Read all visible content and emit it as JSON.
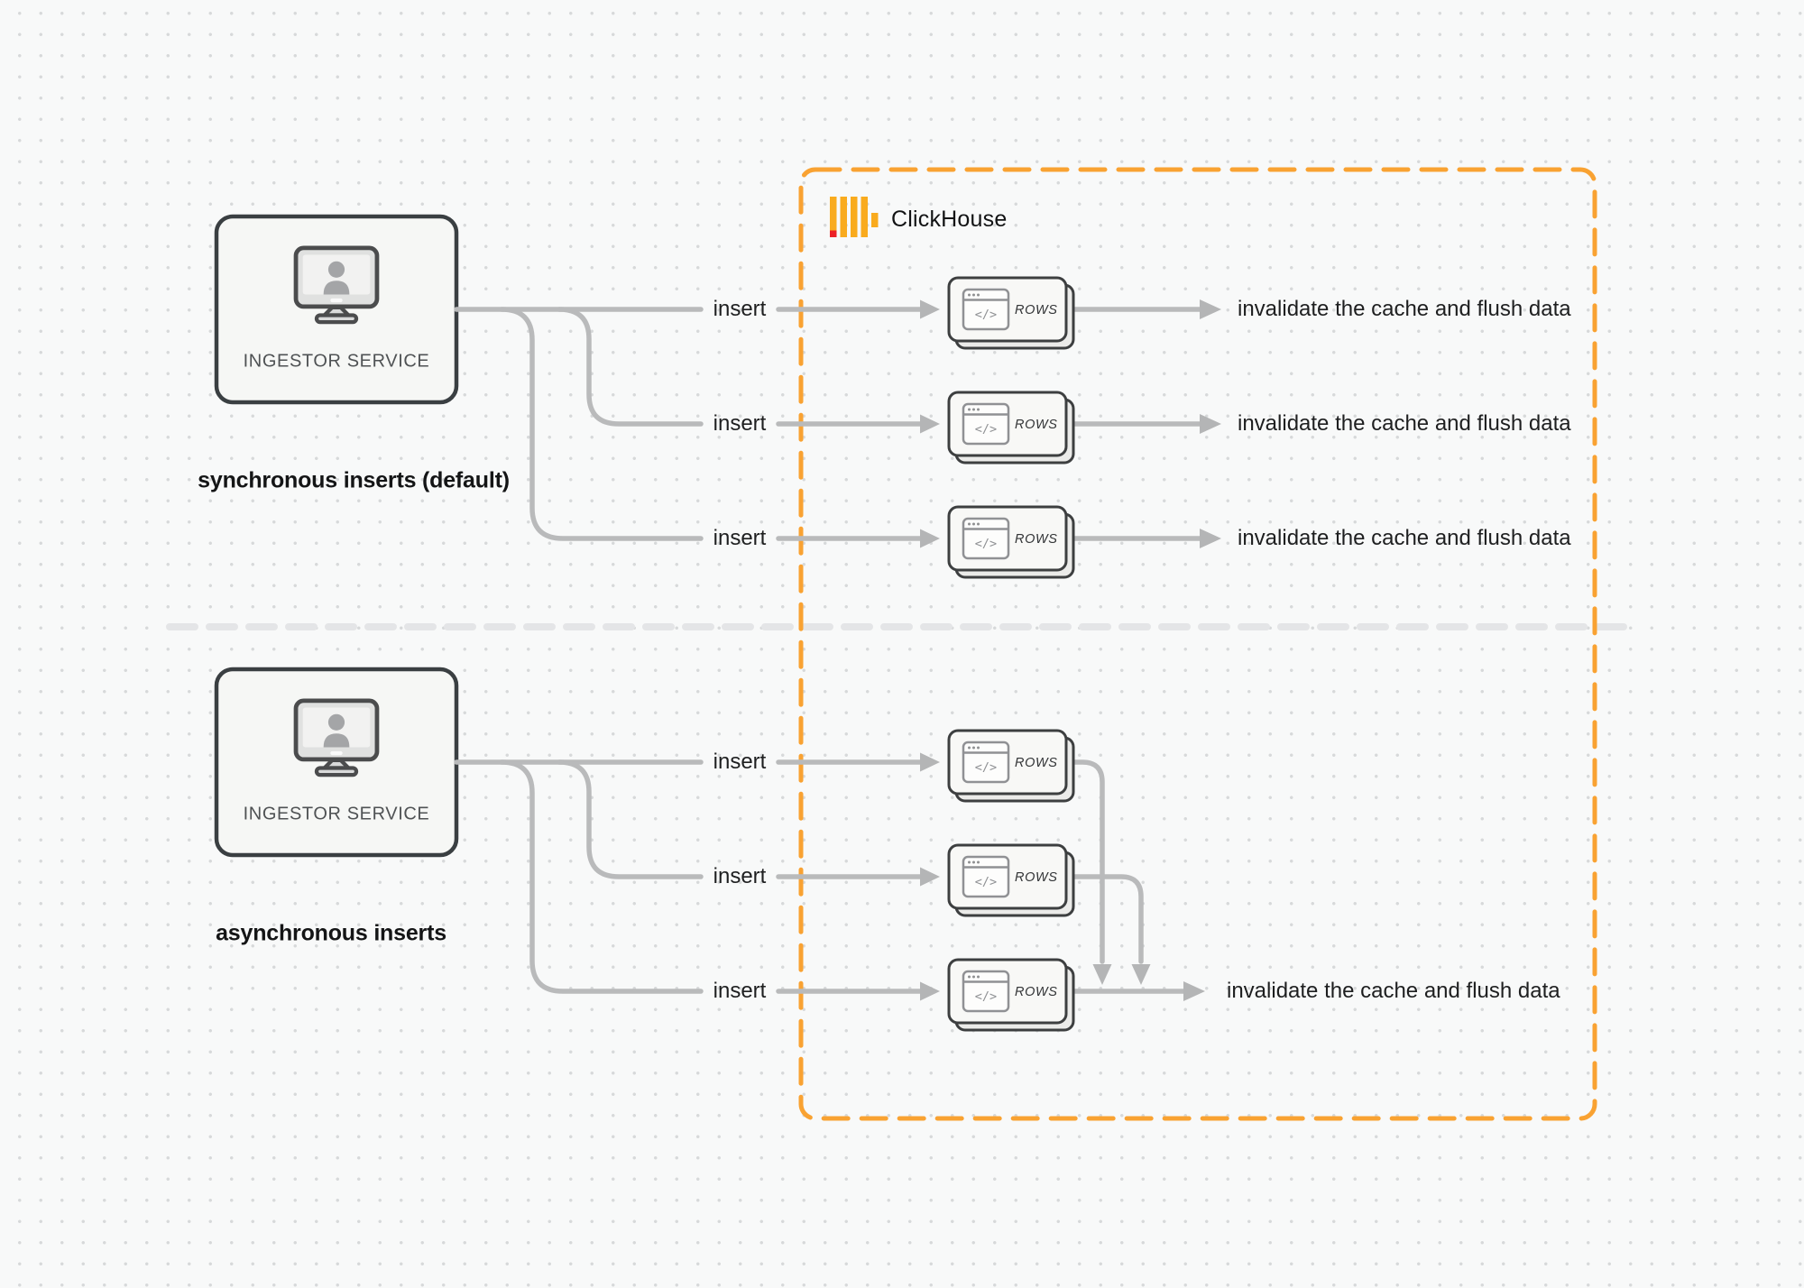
{
  "diagram": {
    "clickhouse": {
      "wordmark": "ClickHouse",
      "boundary_color": "#F9A232",
      "logo_amber": "#F9AB1E",
      "logo_red": "#EC2126"
    },
    "sync_section": {
      "caption": "synchronous inserts (default)",
      "ingestor_label": "INGESTOR SERVICE"
    },
    "async_section": {
      "caption": "asynchronous inserts",
      "ingestor_label": "INGESTOR SERVICE"
    },
    "labels": {
      "insert": "insert",
      "invalidate": "invalidate the cache and flush data",
      "rows": "ROWS",
      "code_glyph": "</>"
    },
    "colors": {
      "flow_gray": "#B9BABB",
      "card_border": "#3D3F40",
      "background": "#F8F9F9"
    }
  }
}
